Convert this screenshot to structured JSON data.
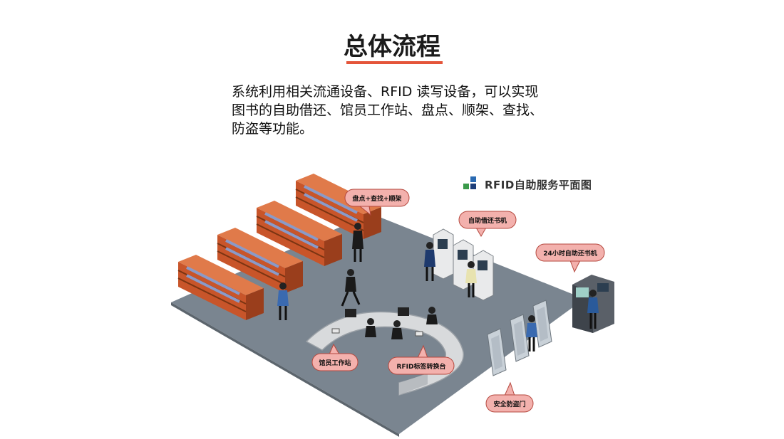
{
  "header": {
    "title": "总体流程",
    "underline_color": "#e4553a"
  },
  "description": {
    "lines": [
      "系统利用相关流通设备、RFID 读写设备，可以实现",
      "图书的自助借还、馆员工作站、盘点、顺架、查找、",
      "防盗等功能。"
    ]
  },
  "diagram": {
    "title": "RFID自助服务平面图",
    "logo_colors": [
      "#2a6ab2",
      "#3a9a4a",
      "#1d3f7a"
    ],
    "floor_color": "#7a8590",
    "shelf_color": "#c8552a",
    "bubble_color": "#f3b1ad",
    "labels": {
      "inventory": "盘点+查找+顺架",
      "self_checkout": "自助借还书机",
      "h24_return": "24小时自助还书机",
      "staff_station": "馆员工作站",
      "tag_converter": "RFID标签转换台",
      "security_gate": "安全防盗门"
    }
  }
}
